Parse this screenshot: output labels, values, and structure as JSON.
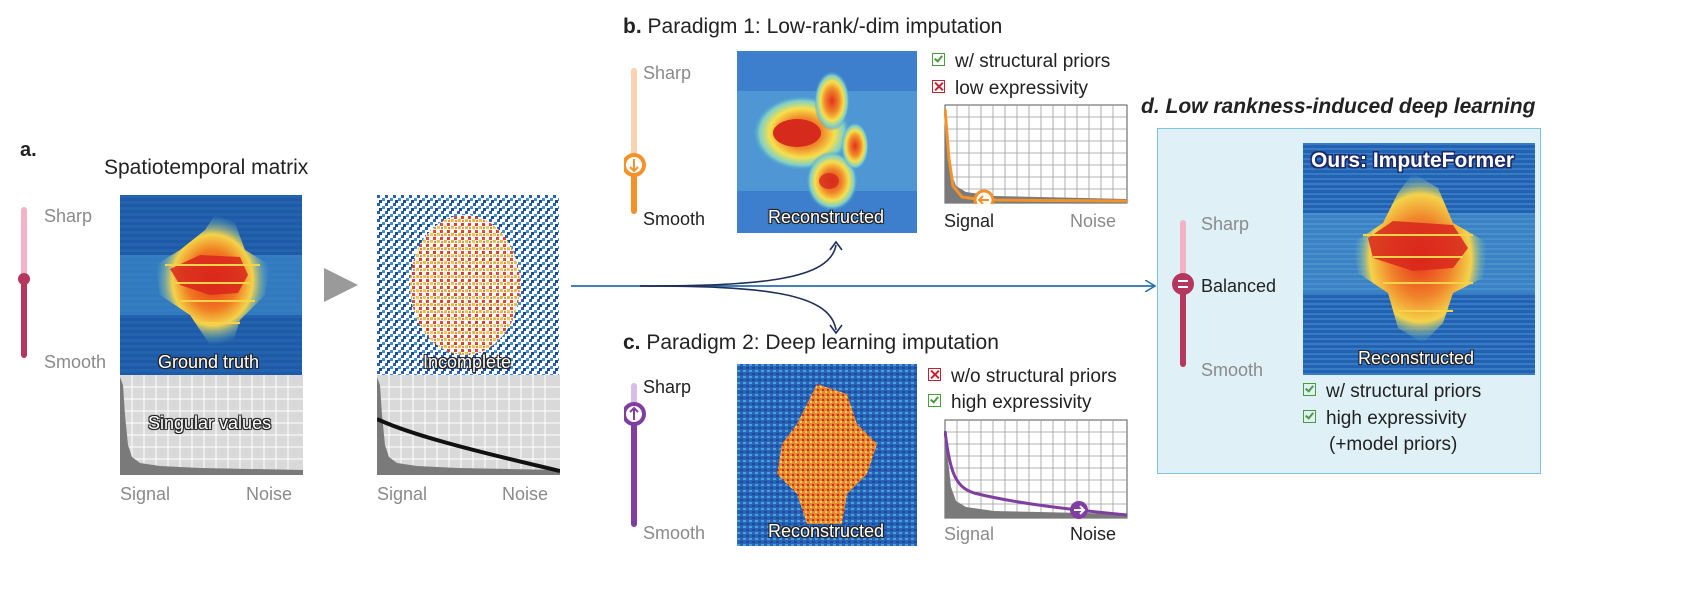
{
  "panel_a": {
    "letter": "a.",
    "title": "Spatiotemporal matrix",
    "slider": {
      "top": "Sharp",
      "bottom": "Smooth"
    },
    "ground_truth_label": "Ground truth",
    "incomplete_label": "Incomplete",
    "singular_values_label": "Singular values",
    "axis_left": "Signal",
    "axis_right": "Noise",
    "axis2_left": "Signal",
    "axis2_right": "Noise"
  },
  "panel_b": {
    "letter": "b.",
    "title": "Paradigm 1: Low-rank/-dim imputation",
    "slider": {
      "top": "Sharp",
      "bottom": "Smooth"
    },
    "image_label": "Reconstructed",
    "props": [
      {
        "mark": "check",
        "text": "w/ structural priors"
      },
      {
        "mark": "cross",
        "text": "low expressivity"
      }
    ],
    "axis_left": "Signal",
    "axis_right": "Noise"
  },
  "panel_c": {
    "letter": "c.",
    "title": "Paradigm 2: Deep learning imputation",
    "slider": {
      "top": "Sharp",
      "bottom": "Smooth"
    },
    "image_label": "Reconstructed",
    "props": [
      {
        "mark": "cross",
        "text": "w/o structural priors"
      },
      {
        "mark": "check",
        "text": "high expressivity"
      }
    ],
    "axis_left": "Signal",
    "axis_right": "Noise"
  },
  "panel_d": {
    "letter": "d.",
    "title": "Low rankness-induced deep learning",
    "slider": {
      "top": "Sharp",
      "middle": "Balanced",
      "bottom": "Smooth"
    },
    "image_title": "Ours: ImputeFormer",
    "image_label": "Reconstructed",
    "props": [
      {
        "mark": "check",
        "text": "w/ structural priors"
      },
      {
        "mark": "check",
        "text": "high expressivity"
      }
    ],
    "props_extra": "(+model priors)"
  },
  "colors": {
    "pink": "#f2b3c6",
    "crimson": "#b5375e",
    "orange": "#f3922a",
    "light_orange": "#f9d3b0",
    "purple": "#7f3ea0",
    "light_purple": "#d8bde6",
    "panel_d_bg": "#dff0f7",
    "panel_d_border": "#7fc3df",
    "arrow": "#2a6fb0",
    "dark_arrow": "#1f2f5c"
  }
}
